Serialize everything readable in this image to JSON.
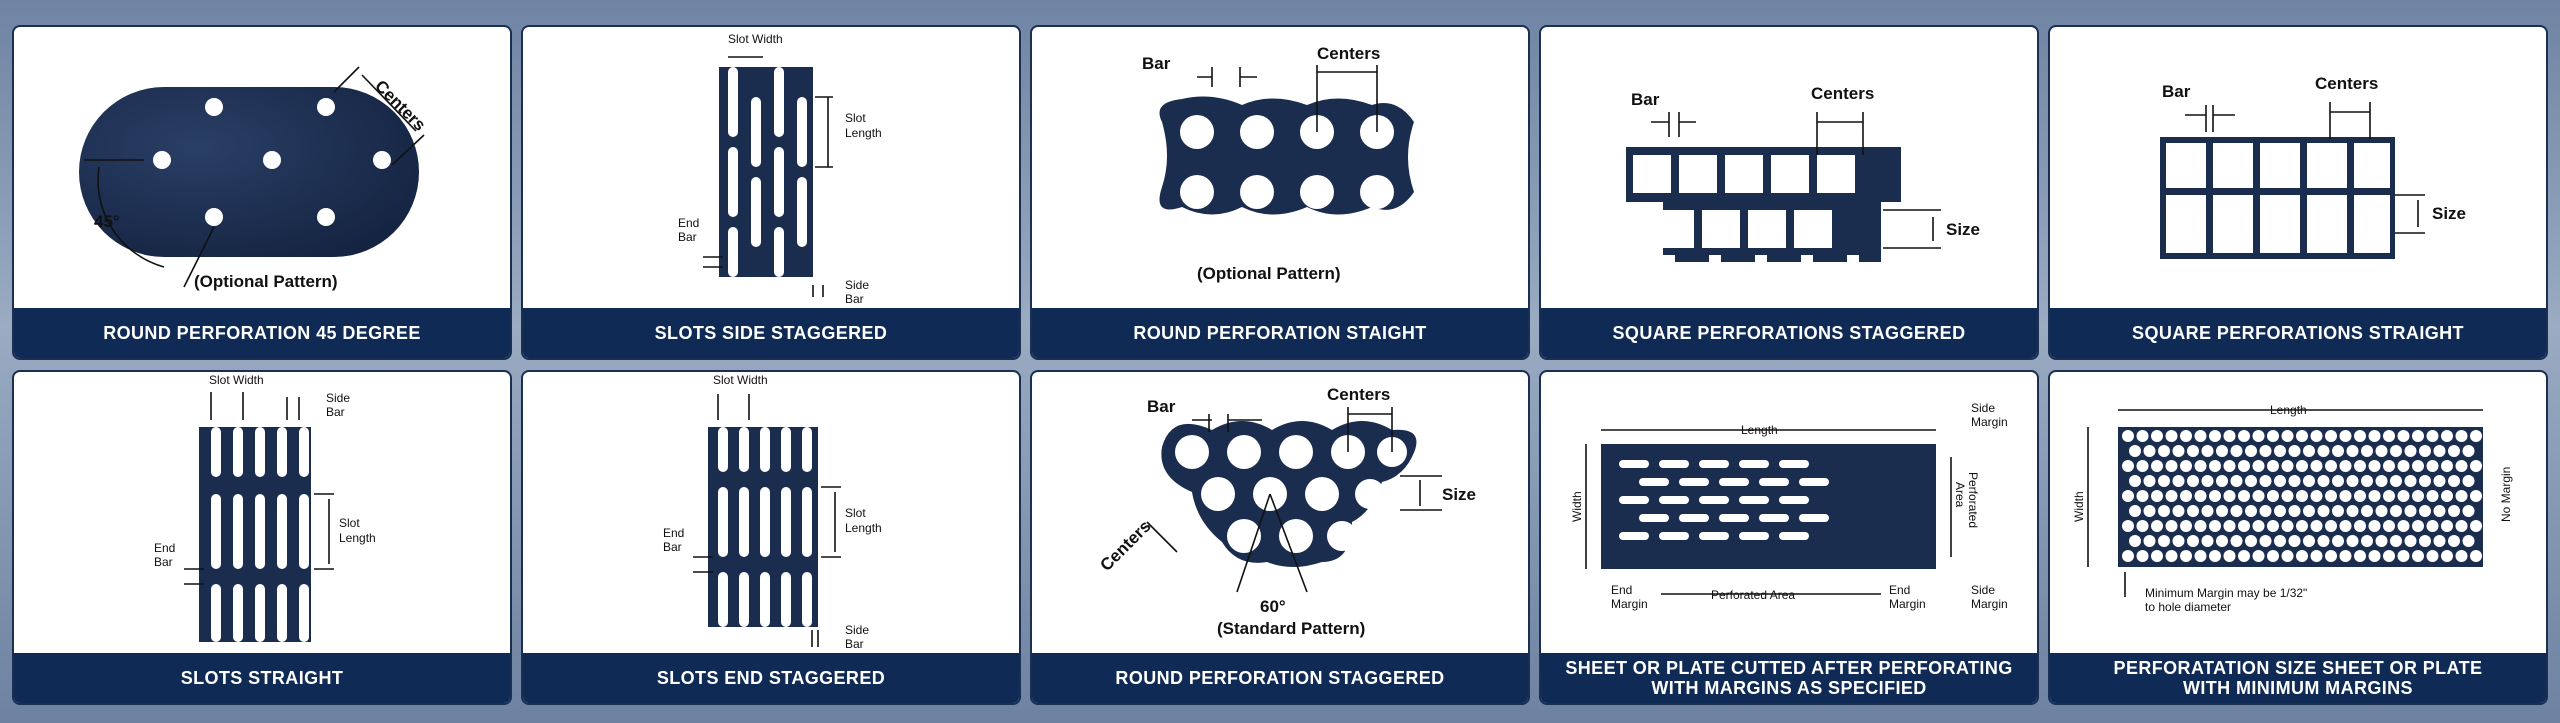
{
  "panels": [
    {
      "caption": "ROUND PERFORATION 45 DEGREE",
      "labels": {
        "centers": "Centers",
        "angle": "45°",
        "note": "(Optional Pattern)"
      }
    },
    {
      "caption": "SLOTS SIDE STAGGERED",
      "labels": {
        "slot_width": "Slot Width",
        "slot_length_1": "Slot",
        "slot_length_2": "Length",
        "end_bar_1": "End",
        "end_bar_2": "Bar",
        "side_bar_1": "Side",
        "side_bar_2": "Bar"
      }
    },
    {
      "caption": "ROUND PERFORATION STAIGHT",
      "labels": {
        "bar": "Bar",
        "centers": "Centers",
        "note": "(Optional Pattern)"
      }
    },
    {
      "caption": "SQUARE PERFORATIONS STAGGERED",
      "labels": {
        "bar": "Bar",
        "centers": "Centers",
        "size": "Size"
      }
    },
    {
      "caption": "SQUARE PERFORATIONS STRAIGHT",
      "labels": {
        "bar": "Bar",
        "centers": "Centers",
        "size": "Size"
      }
    },
    {
      "caption": "SLOTS STRAIGHT",
      "labels": {
        "slot_width": "Slot Width",
        "side_bar_1": "Side",
        "side_bar_2": "Bar",
        "slot_length_1": "Slot",
        "slot_length_2": "Length",
        "end_bar_1": "End",
        "end_bar_2": "Bar"
      }
    },
    {
      "caption": "SLOTS END STAGGERED",
      "labels": {
        "slot_width": "Slot Width",
        "slot_length_1": "Slot",
        "slot_length_2": "Length",
        "end_bar_1": "End",
        "end_bar_2": "Bar",
        "side_bar_1": "Side",
        "side_bar_2": "Bar"
      }
    },
    {
      "caption": "ROUND PERFORATION STAGGERED",
      "labels": {
        "bar": "Bar",
        "centers": "Centers",
        "centers_diag": "Centers",
        "size": "Size",
        "angle": "60°",
        "note": "(Standard Pattern)"
      }
    },
    {
      "caption_1": "SHEET OR PLATE CUTTED AFTER PERFORATING",
      "caption_2": "WITH MARGINS AS SPECIFIED",
      "labels": {
        "length": "Length",
        "width": "Width",
        "side_margin_1": "Side",
        "side_margin_2": "Margin",
        "perforated_1": "Perforated",
        "perforated_2": "Area",
        "end_margin_1": "End",
        "end_margin_2": "Margin",
        "perforated_area": "Perforated Area"
      }
    },
    {
      "caption_1": "PERFORATATION SIZE SHEET OR PLATE",
      "caption_2": "WITH MINIMUM MARGINS",
      "labels": {
        "length": "Length",
        "width": "Width",
        "no_margin": "No Margin",
        "min_margin_1": "Minimum Margin may be 1/32\"",
        "min_margin_2": "to hole diameter"
      }
    }
  ]
}
